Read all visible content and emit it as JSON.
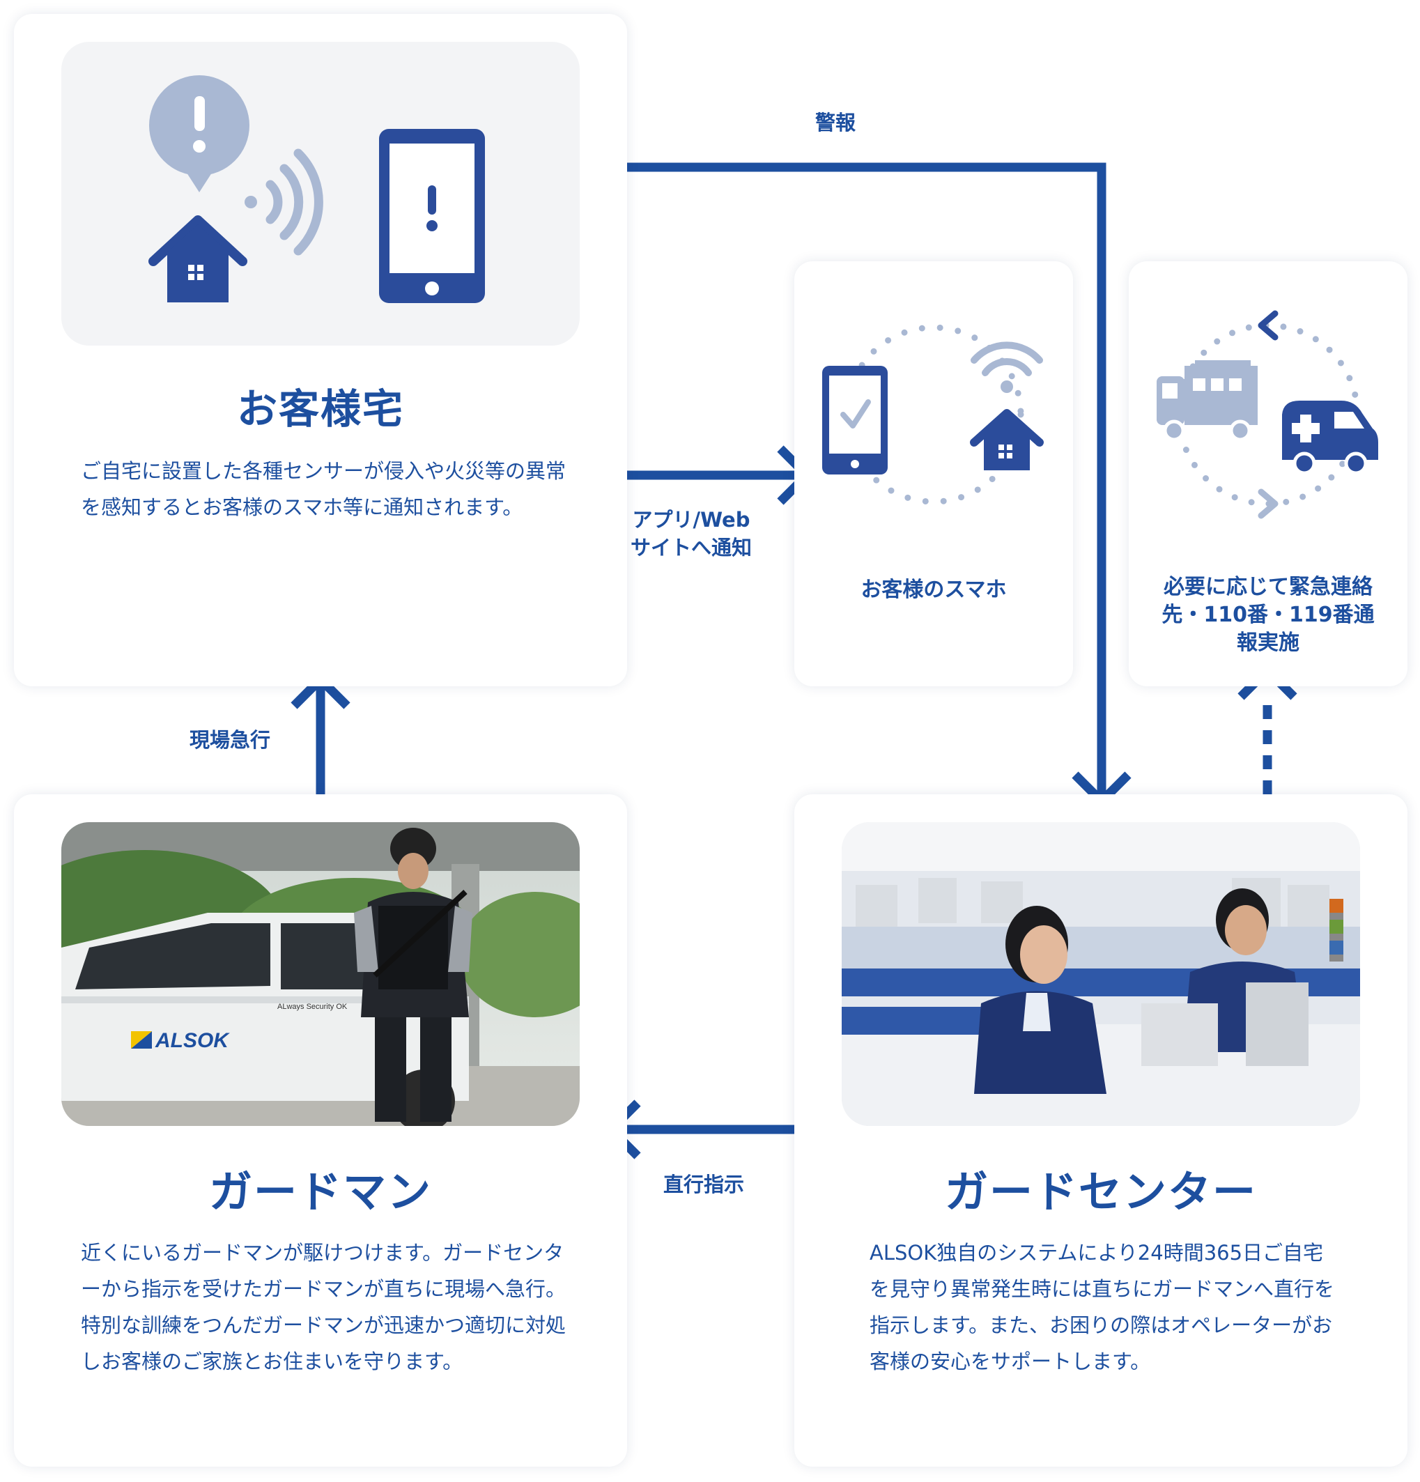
{
  "colors": {
    "brand_blue": "#1d4f9f",
    "icon_blue": "#2b4c9b",
    "pale_blue": "#a9b8d3",
    "panel_gray": "#f3f4f6"
  },
  "home": {
    "title": "お客様宅",
    "desc": "ご自宅に設置した各種センサーが侵入や火災等の異常を感知するとお客様のスマホ等に通知されます。",
    "icons": [
      "alert-bubble-icon",
      "house-icon",
      "signal-waves-icon",
      "smartphone-alert-icon"
    ]
  },
  "smartphone_card": {
    "label": "お客様のスマホ",
    "icons": [
      "smartphone-check-icon",
      "house-wifi-icon"
    ]
  },
  "emergency_card": {
    "label": "必要に応じて緊急連絡先・110番・119番通報実施",
    "icons": [
      "fire-truck-icon",
      "ambulance-icon"
    ]
  },
  "guardman": {
    "title": "ガードマン",
    "desc": "近くにいるガードマンが駆けつけます。ガードセンターから指示を受けたガードマンが直ちに現場へ急行。特別な訓練をつんだガードマンが迅速かつ適切に対処しお客様のご家族とお住まいを守ります。",
    "photo_text": [
      "ALSOK",
      "ALways Security OK"
    ]
  },
  "guard_center": {
    "title": "ガードセンター",
    "desc": "ALSOK独自のシステムにより24時間365日ご自宅を見守り異常発生時には直ちにガードマンへ直行を指示します。また、お困りの際はオペレーターがお客様の安心をサポートします。"
  },
  "flows": {
    "alarm": "警報",
    "app_notify_line1": "アプリ/Web",
    "app_notify_line2": "サイトへ通知",
    "rush": "現場急行",
    "direct": "直行指示"
  }
}
